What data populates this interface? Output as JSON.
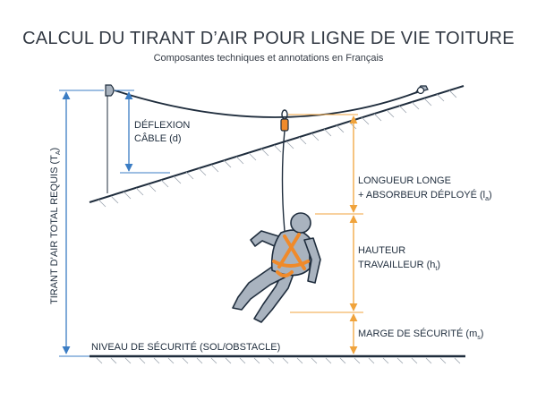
{
  "title": "CALCUL DU TIRANT D’AIR POUR LIGNE DE VIE TOITURE",
  "subtitle": "Composantes techniques et annotations en Français",
  "labels": {
    "deflexion_line1": "DÉFLEXION",
    "deflexion_line2": "CÂBLE (d)",
    "tirant_total": "TIRANT D’AIR TOTAL REQUIS (T",
    "tirant_sub": "A",
    "tirant_close": ")",
    "longe_line1": "LONGUEUR LONGE",
    "longe_line2": "+ ABSORBEUR DÉPLOYÉ (l",
    "longe_sub": "a",
    "longe_close": ")",
    "hauteur_line1": "HAUTEUR",
    "hauteur_line2": "TRAVAILLEUR (h",
    "hauteur_sub": "t",
    "hauteur_close": ")",
    "marge": "MARGE DE SÉCURITÉ (m",
    "marge_sub": "s",
    "marge_close": ")",
    "niveau": "NIVEAU DE SÉCURITÉ (SOL/OBSTACLE)"
  },
  "colors": {
    "blue_dimension": "#3b7dc4",
    "orange_dimension": "#f0a33c",
    "harness_orange": "#f08a2a",
    "outline": "#1f2d3d",
    "worker_gray": "#a9b3bf"
  }
}
